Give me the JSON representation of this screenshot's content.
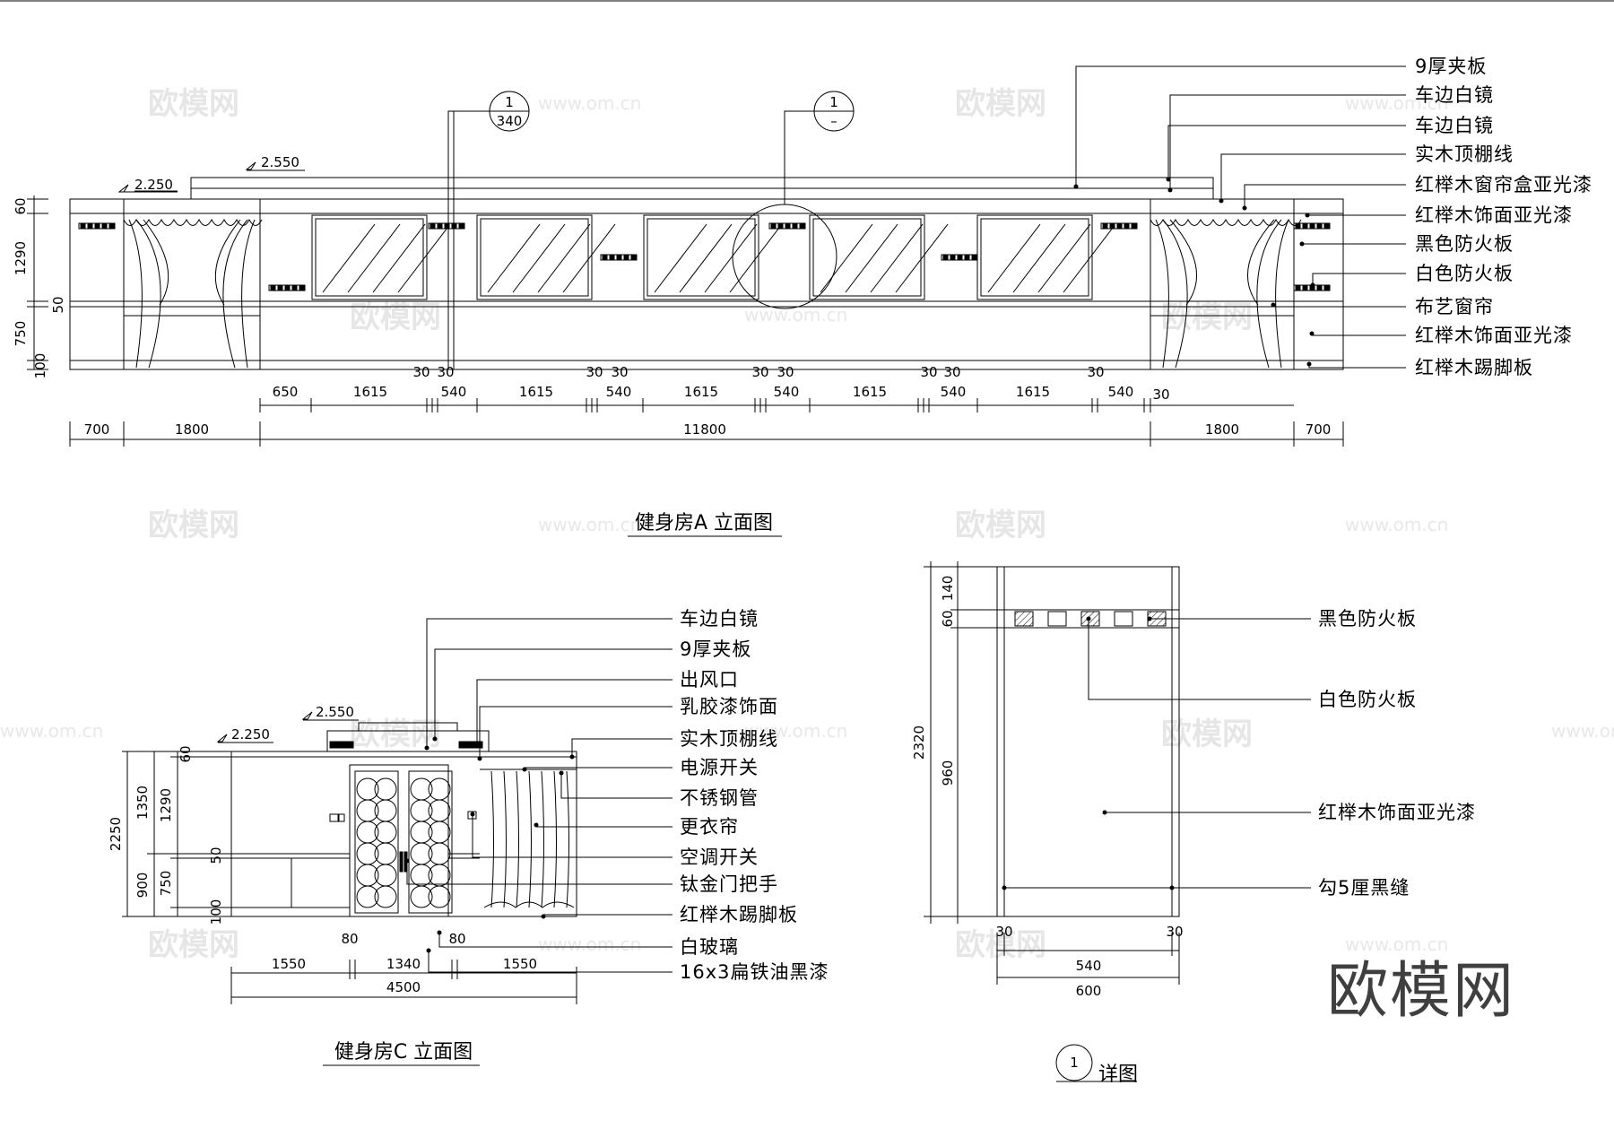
{
  "watermark": {
    "brand": "欧模网",
    "url": "www.om.cn"
  },
  "elevation_a": {
    "title": "健身房A 立面图",
    "level_low": "2.250",
    "level_high": "2.550",
    "callout_1": {
      "top": "1",
      "bottom": "340"
    },
    "callout_2": {
      "top": "1",
      "bottom": "–"
    },
    "vert_dims": [
      "60",
      "1290",
      "50",
      "750",
      "100"
    ],
    "dims_row1": [
      "650",
      "1615",
      "30",
      "30",
      "540",
      "1615",
      "30",
      "30",
      "540",
      "1615",
      "30",
      "30",
      "540",
      "1615",
      "30",
      "30",
      "540",
      "1615",
      "30",
      "540",
      "30"
    ],
    "dims_row2": [
      "700",
      "1800",
      "11800",
      "1800",
      "700"
    ],
    "labels": [
      "9厚夹板",
      "车边白镜",
      "车边白镜",
      "实木顶棚线",
      "红榉木窗帘盒亚光漆",
      "红榉木饰面亚光漆",
      "黑色防火板",
      "白色防火板",
      "布艺窗帘",
      "红榉木饰面亚光漆",
      "红榉木踢脚板"
    ]
  },
  "elevation_c": {
    "title": "健身房C 立面图",
    "level_low": "2.250",
    "level_high": "2.550",
    "vert_dims": [
      "2250",
      "1350",
      "900",
      "60",
      "1290",
      "50",
      "750",
      "100"
    ],
    "dims_row1": [
      "1550",
      "80",
      "1340",
      "80",
      "1550"
    ],
    "dims_row2": [
      "4500"
    ],
    "labels": [
      "车边白镜",
      "9厚夹板",
      "出风口",
      "乳胶漆饰面",
      "实木顶棚线",
      "电源开关",
      "不锈钢管",
      "更衣帘",
      "空调开关",
      "钛金门把手",
      "红榉木踢脚板",
      "白玻璃",
      "16x3扁铁油黑漆"
    ]
  },
  "detail": {
    "title": "详图",
    "callout": "1",
    "vert_dims": [
      "140",
      "60",
      "2320",
      "960"
    ],
    "dims_row1": [
      "30",
      "540",
      "30"
    ],
    "dims_row2": [
      "600"
    ],
    "labels": [
      "黑色防火板",
      "白色防火板",
      "红榉木饰面亚光漆",
      "勾5厘黑缝"
    ]
  }
}
